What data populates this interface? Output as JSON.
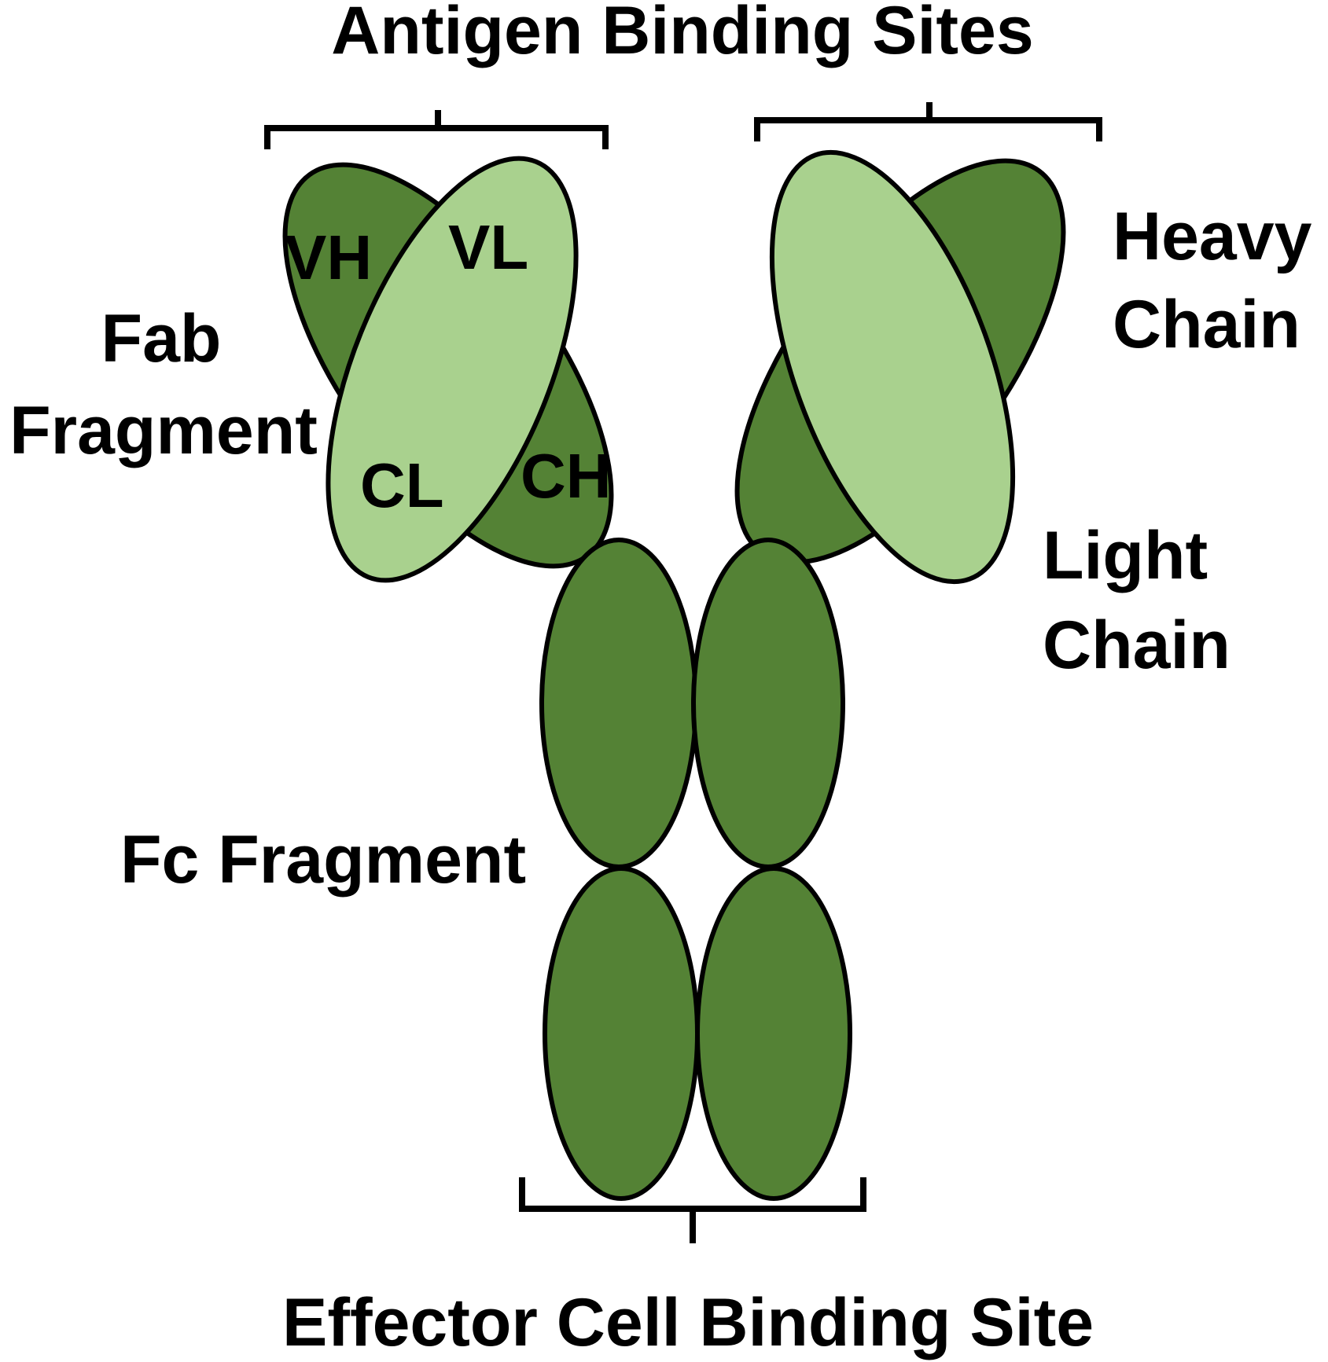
{
  "labels": {
    "antigen_binding_sites": "Antigen Binding Sites",
    "fab_fragment_line1": "Fab",
    "fab_fragment_line2": "Fragment",
    "heavy_chain_line1": "Heavy",
    "heavy_chain_line2": "Chain",
    "light_chain_line1": "Light",
    "light_chain_line2": "Chain",
    "fc_fragment": "Fc Fragment",
    "effector_cell_binding_site": "Effector Cell Binding Site"
  },
  "domains": {
    "vh": "VH",
    "vl": "VL",
    "cl": "CL",
    "ch": "CH"
  },
  "colors": {
    "heavy_chain": "#548235",
    "light_chain": "#a9d18e",
    "outline": "#000000",
    "background": "#ffffff"
  }
}
